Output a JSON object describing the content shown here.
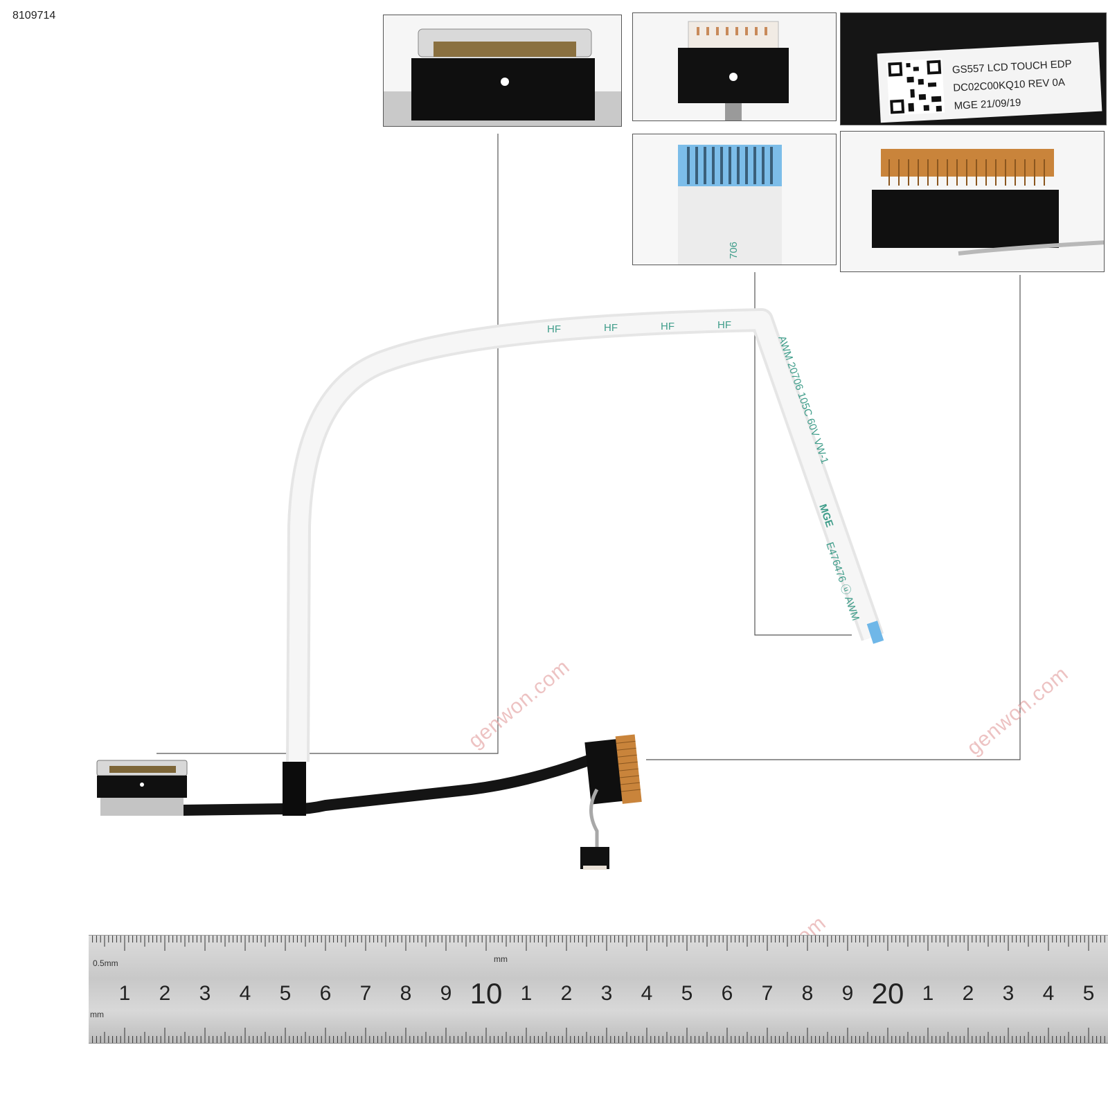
{
  "sku": "8109714",
  "watermark": "genwon.com",
  "label": {
    "line1": "GS557 LCD TOUCH EDP",
    "line2": "DC02C00KQ10  REV 0A",
    "line3": "MGE  21/09/19"
  },
  "fpc_zoom_text": "706",
  "fpc_print": {
    "line1": "AWM 20706 105C 60V VW-1",
    "line2": "MGE",
    "line3": "E476476 ⓤ AWM",
    "marks": "HF"
  },
  "ruler": {
    "small_label": "0.5mm",
    "mm_label": "mm",
    "mm_left_label": "mm",
    "numbers": [
      "1",
      "2",
      "3",
      "4",
      "5",
      "6",
      "7",
      "8",
      "9",
      "10",
      "1",
      "2",
      "3",
      "4",
      "5",
      "6",
      "7",
      "8",
      "9",
      "20",
      "1",
      "2",
      "3",
      "4",
      "5"
    ]
  },
  "colors": {
    "cable": "#141414",
    "connector_gold": "#c8843a",
    "fpc_blue": "#6fb7e8",
    "leader": "#555555"
  }
}
